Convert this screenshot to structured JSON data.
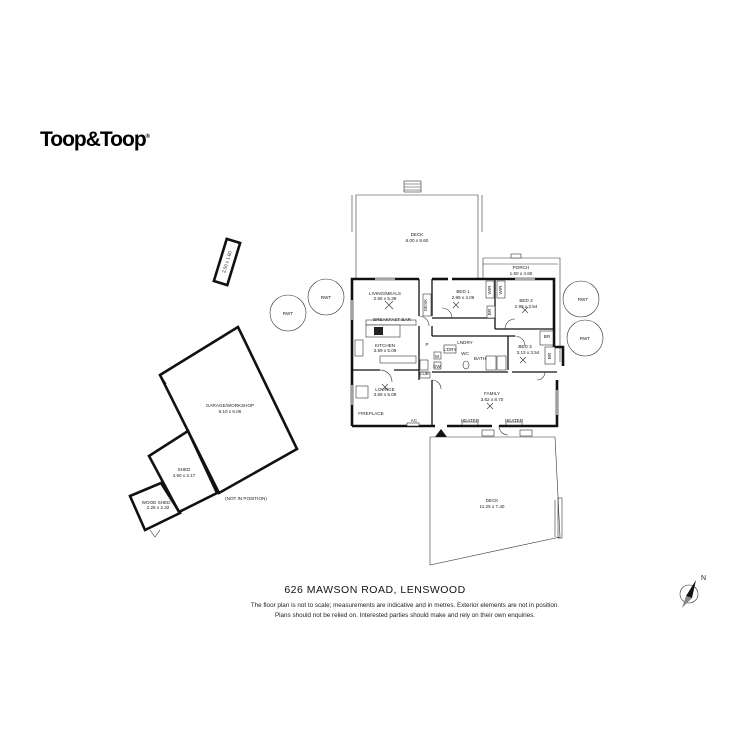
{
  "brand": {
    "name": "Toop&Toop",
    "mark": "®"
  },
  "address": "626 MAWSON ROAD, LENSWOOD",
  "disclaimer": {
    "line1": "The floor plan is not to scale; measurements are indicative and in metres. Exterior elements are not in position.",
    "line2": "Plans should not be relied on. Interested parties should make and rely on their own enquiries."
  },
  "compass": {
    "label": "N"
  },
  "rooms": {
    "deck_top": {
      "name": "DECK",
      "dims": "6.00 x 8.60"
    },
    "porch": {
      "name": "PORCH",
      "dims": "1.50 x 4.80"
    },
    "living": {
      "name": "LIVING/MEALS",
      "dims": "2.65 x 5.39"
    },
    "bed1": {
      "name": "BED 1",
      "dims": "2.99 x 4.06"
    },
    "bed2": {
      "name": "BED 2",
      "dims": "2.99 x 3.54"
    },
    "bed3": {
      "name": "BED 3",
      "dims": "3.13 x 3.54"
    },
    "kitchen": {
      "name": "KITCHEN",
      "dims": "3.59 x 5.09"
    },
    "lounge": {
      "name": "LOUNGE",
      "dims": "3.59 x 5.09"
    },
    "family": {
      "name": "FAMILY",
      "dims": "3.62 x 8.70"
    },
    "garage": {
      "name": "GARAGE/WORKSHOP",
      "dims": "9.10 x 6.06"
    },
    "shed": {
      "name": "SHED",
      "dims": "4.60 x 3.17"
    },
    "woodshed": {
      "name": "WOOD SHED",
      "dims": "2.28 x 2.32"
    },
    "deck_bottom": {
      "name": "DECK",
      "dims": "11.25 x 7.40"
    },
    "small_shed": {
      "dims": "2.50 x 1.80"
    }
  },
  "labels": {
    "rwt": "RWT",
    "desk": "DESK",
    "breakfast_bar": "BREAKFAST BAR",
    "fireplace": "FIREPLACE",
    "ac": "AC",
    "heater": "HEATER",
    "wir": "WIR",
    "br": "BR",
    "pantry": "P",
    "lndry": "LNDRY",
    "ldry": "L'DRY",
    "bath": "BATH",
    "wc": "WC",
    "cub": "CUB",
    "w": "W",
    "dw": "DW",
    "not_in_position": "(NOT IN POSITION)"
  }
}
